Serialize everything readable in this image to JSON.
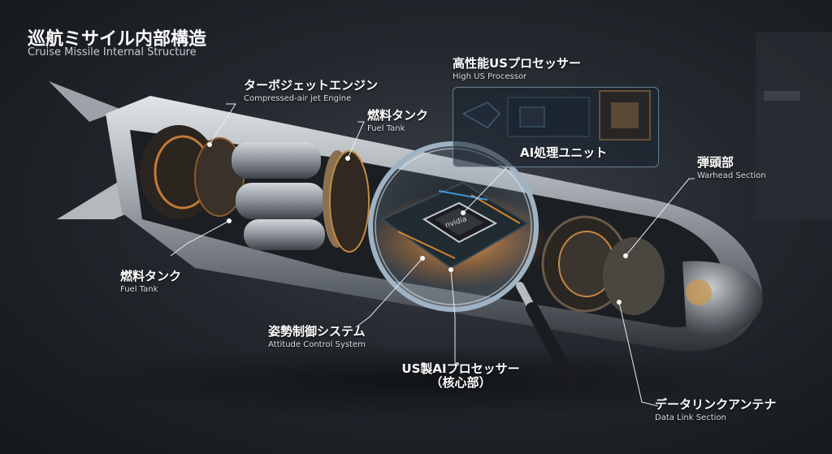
{
  "title": {
    "jp": "巡航ミサイル内部構造",
    "en": "Cruise Missile Internal Structure"
  },
  "labels": {
    "turbojet": {
      "jp": "ターボジェットエンジン",
      "en": "Compressed-air jet Engine"
    },
    "fuel_tank_top": {
      "jp": "燃料タンク",
      "en": "Fuel Tank"
    },
    "processor": {
      "jp": "高性能USプロセッサー",
      "en": "High US Processor"
    },
    "ai_unit": {
      "jp": "AI処理ユニット"
    },
    "warhead": {
      "jp": "弾頭部",
      "en": "Warhead Section"
    },
    "fuel_tank_left": {
      "jp": "燃料タンク",
      "en": "Fuel Tank"
    },
    "attitude": {
      "jp": "姿勢制御システム",
      "en": "Attitude Control System"
    },
    "ai_core": {
      "jp_line1": "US製AIプロセッサー",
      "jp_line2": "（核心部）"
    },
    "datalink": {
      "jp": "データリンクアンテナ",
      "en": "Data Link Section"
    }
  },
  "chip_marking": "nvidia",
  "colors": {
    "glow": "#ff9a2e",
    "hull": "#b9bec4",
    "lens_ring": "#9fb3c4",
    "leader": "#e8ecef"
  }
}
